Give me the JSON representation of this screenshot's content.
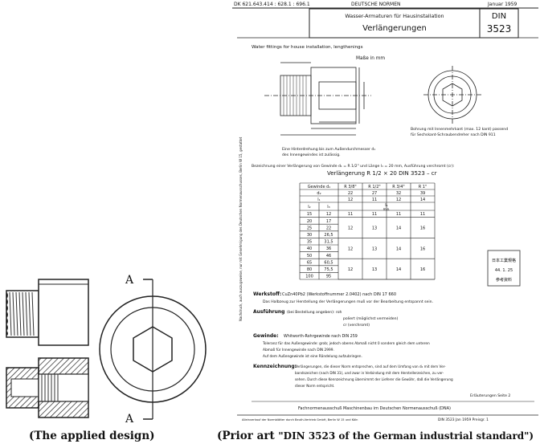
{
  "captions": {
    "applied": "(The applied design)",
    "prior_prefix": "(Prior art",
    "prior_quote": "\"DIN 3523 of the German industrial standard\")"
  },
  "left_figure": {
    "section_mark_top": "A",
    "section_mark_bottom": "A"
  },
  "document": {
    "top_line_left": "DK 621.643.414 : 628.1 : 696.1",
    "top_line_center": "DEUTSCHE NORMEN",
    "top_line_right": "Januar 1959",
    "header_subtitle": "Wasser-Armaturen für Hausinstallation",
    "header_title": "Verlängerungen",
    "din_label": "DIN",
    "din_number": "3523",
    "english_subtitle": "Water fittings for house installation, lengthenings",
    "dim_note": "Maße in mm",
    "bore_note_1": "Bohrung mit Innenmehrkant (max. 12 kant) passend",
    "bore_note_2": "für Sechskant-Schraubendreher nach DIN 911",
    "undercut_note_1": "Eine Hinterdrehung bis zum Außendurchmesser d₁",
    "undercut_note_2": "des Innengewindes ist zulässig.",
    "designation_line": "Bezeichnung einer Verlängerung von Gewinde d₁ = R 1/2\" und Länge l₁ = 20 mm, Ausführung verchromt (cr):",
    "designation_example": "Verlängerung R 1/2 × 20 DIN 3523 – cr",
    "side_text": "Nachdruck, auch auszugsweise, nur mit Genehmigung des Deutschen Normenausschusses, Berlin W 15, gestattet",
    "table": {
      "header_label": "Gewinde d₁",
      "header_cols": [
        "R 3/8\"",
        "R 1/2\"",
        "R 3/4\"",
        "R 1\""
      ],
      "row_d2_label": "d₂",
      "row_d2": [
        "22",
        "27",
        "32",
        "39"
      ],
      "row_l1_label": "l₁",
      "row_l1": [
        "12",
        "11",
        "12",
        "14"
      ],
      "col_l2": "l₂",
      "col_l3": "l₃",
      "col_min": "min.",
      "col_l": "l₁",
      "rows": [
        [
          "15",
          "12"
        ],
        [
          "20",
          "17"
        ],
        [
          "25",
          "22"
        ],
        [
          "30",
          "26,5"
        ],
        [
          "35",
          "31,5"
        ],
        [
          "40",
          "36"
        ],
        [
          "50",
          "46"
        ],
        [
          "65",
          "60,5"
        ],
        [
          "80",
          "75,5"
        ],
        [
          "100",
          "95"
        ]
      ],
      "values_15": [
        "11",
        "11",
        "11",
        "11"
      ],
      "group_values": [
        "12",
        "13",
        "14",
        "16"
      ]
    },
    "werkstoff_label": "Werkstoff:",
    "werkstoff_text": "CuZn40Pb2 (Werkstoffnummer 2.0402) nach DIN 17 660",
    "werkstoff_text_2": "Das Halbzeug zur Herstellung der Verlängerungen muß vor der Bearbeitung entspannt sein.",
    "ausfuehrung_label": "Ausführung",
    "ausfuehrung_text": "(bei Bestellung angeben): roh",
    "ausfuehrung_2": "poliert (möglichst vermeiden)",
    "ausfuehrung_3": "cr (verchromt)",
    "gewinde_label": "Gewinde:",
    "gewinde_text": "Whitworth-Rohrgewinde nach DIN 259",
    "gewinde_2": "Toleranz für das Außengewinde: grob; jedoch oberes Abmaß nicht 0 sondern gleich dem unteren",
    "gewinde_3": "Abmaß für Innengewinde nach DIN 2999.",
    "gewinde_4": "Auf dem Außengewinde ist eine Rändelung aufzubringen.",
    "kennz_label": "Kennzeichnung:",
    "kennz_text": "Verlängerungen, die dieser Norm entsprechen, sind auf dem Umfang von d₂ mit dem Ver-",
    "kennz_2": "bandszeichen (nach DIN 31), und zwar in Verbindung mit dem Herstellerzeichen, zu ver-",
    "kennz_3": "sehen. Durch diese Kennzeichnung übernimmt der Lieferer die Gewähr, daß die Verlängerung",
    "kennz_4": "dieser Norm entspricht.",
    "erlaeut": "Erläuterungen Seite 2",
    "fach": "Fachnormenausschuß Maschinenbau im Deutschen Normenausschuß (DNA)",
    "footer_left": "Alleinverkauf der Normblätter durch Beuth-Vertrieb GmbH, Berlin W 15 und Köln",
    "footer_right": "DIN 3523 Jan 1959 Preisgr. 1",
    "stamp_1": "日本工業規格",
    "stamp_2": "44. 1. 25",
    "stamp_3": "参考資料"
  }
}
